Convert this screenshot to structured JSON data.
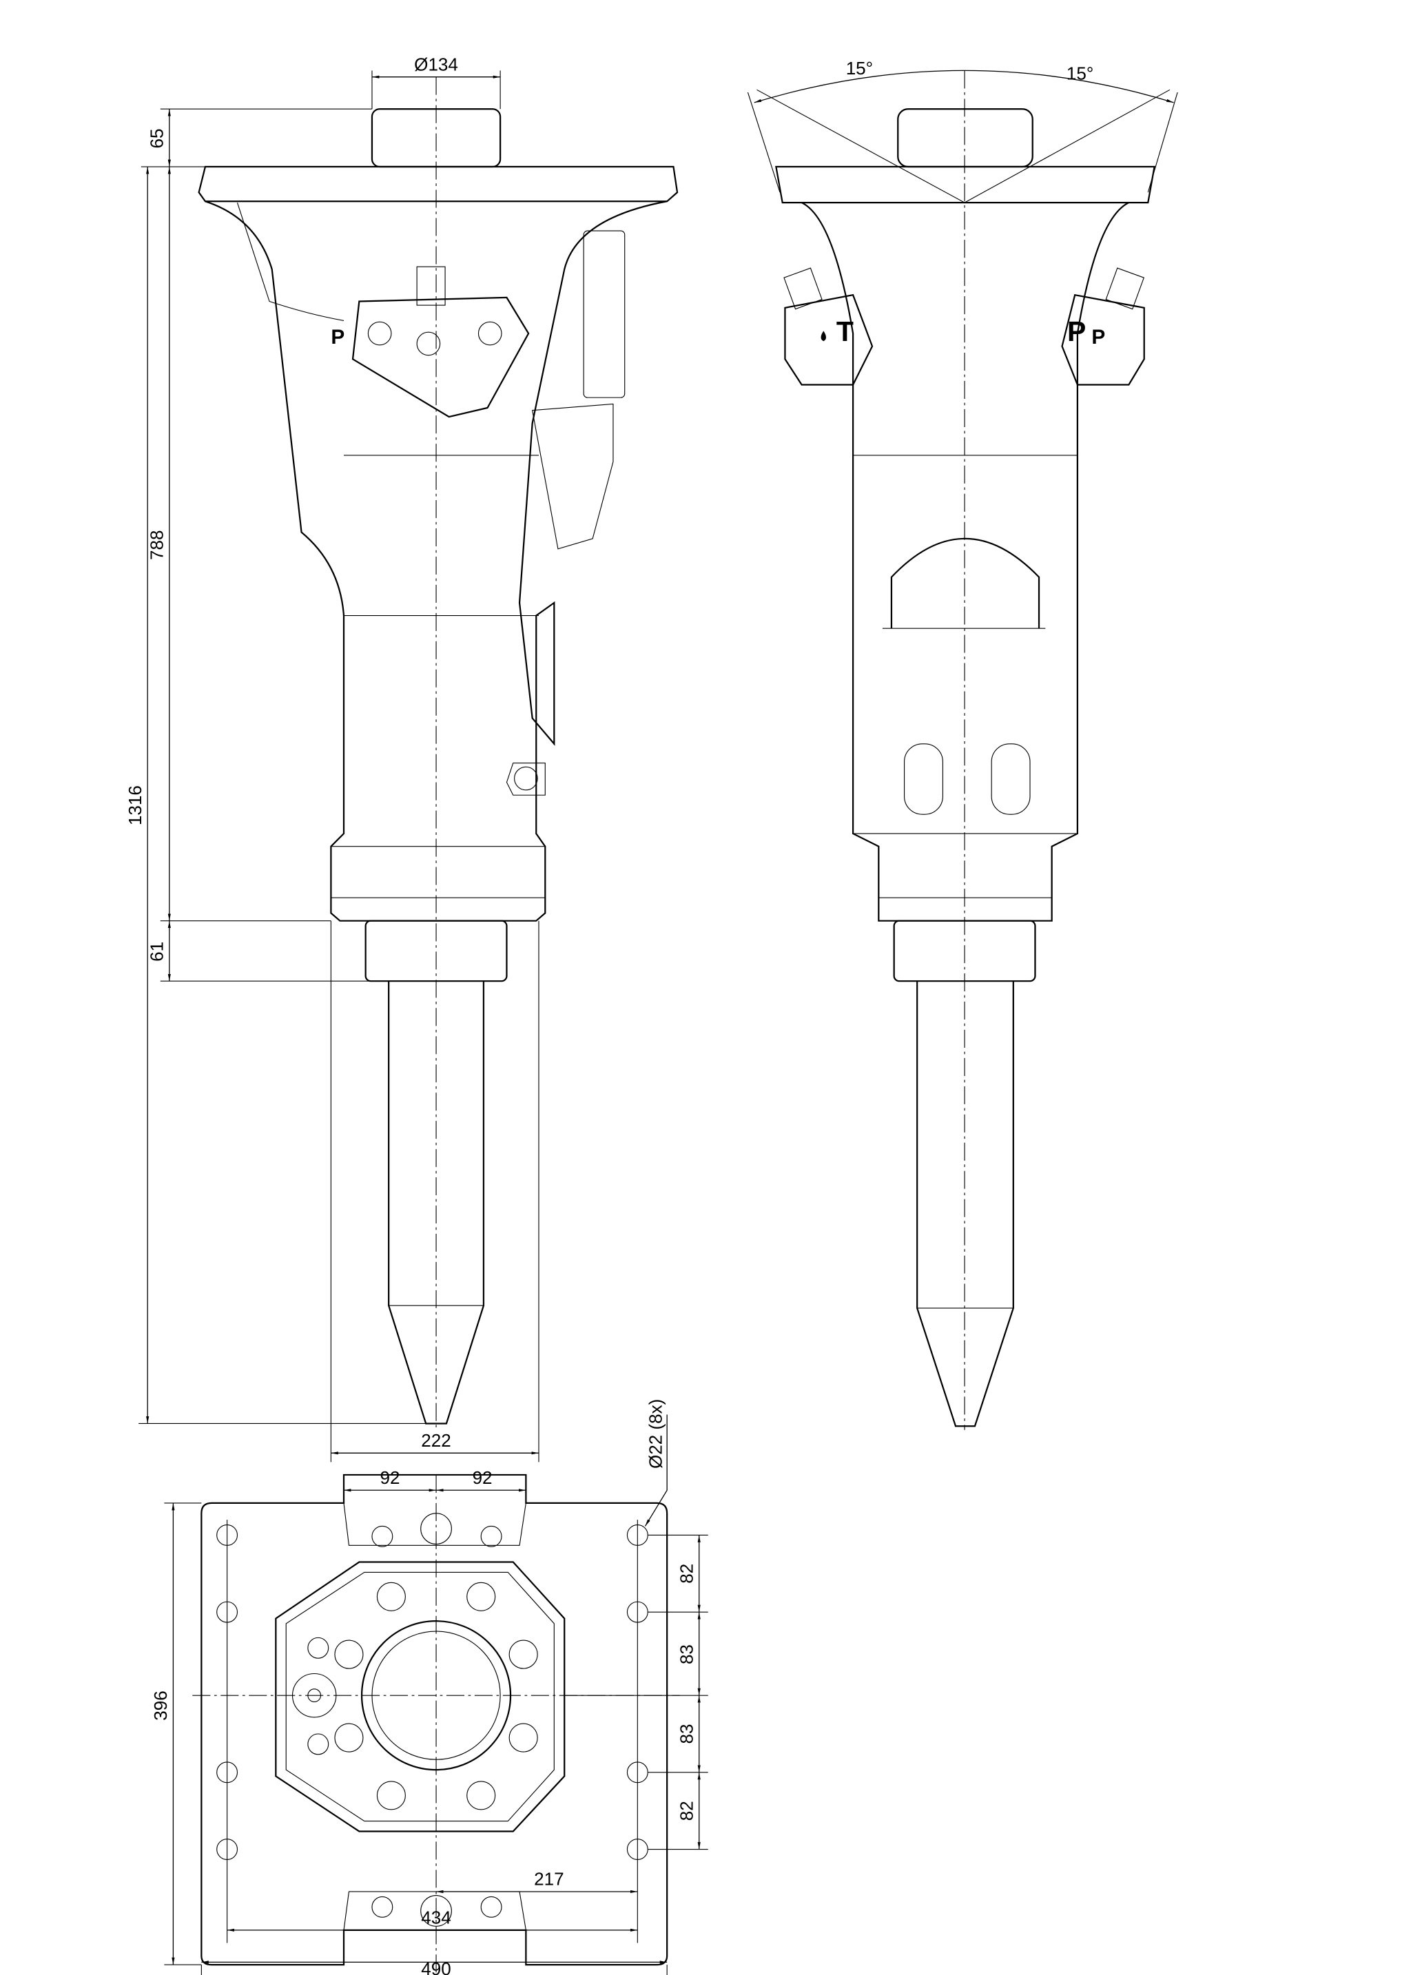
{
  "dimensions": {
    "cap_diameter": "Ø134",
    "cap_height": "65",
    "body_length": "788",
    "overall_length": "1316",
    "bushing_length": "61",
    "collar_width": "222",
    "angle_left": "15°",
    "angle_right": "15°",
    "half_width_left": "92",
    "half_width_right": "92",
    "hole_spec": "Ø22 (8x)",
    "plate_height": "396",
    "hole_spacing": [
      "82",
      "83",
      "83",
      "82"
    ],
    "half_hole_span": "217",
    "hole_span": "434",
    "plate_width": "490"
  },
  "port_labels": {
    "tank": "T",
    "pressure": "P",
    "pressure_small": "P"
  }
}
